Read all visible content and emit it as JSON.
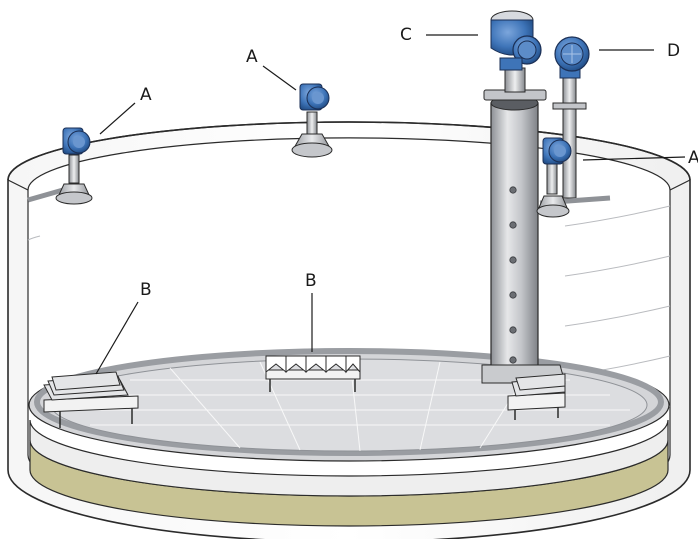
{
  "labels": {
    "radar_transmitter": "A",
    "reflector_array": "B",
    "chamber_transmitter": "C",
    "stillpipe_transmitter": "D"
  },
  "colors": {
    "transmitter_blue": "#3e74b8",
    "transmitter_dark_blue": "#24508a",
    "steel": "#b9bcc0",
    "liquid": "#c8c394",
    "tank_floor": "#d4d5d8",
    "outline": "#2b2b2b"
  },
  "icons": [
    "radar-level-transmitter",
    "guided-wave-transmitter",
    "stillpipe",
    "reflector-array"
  ]
}
